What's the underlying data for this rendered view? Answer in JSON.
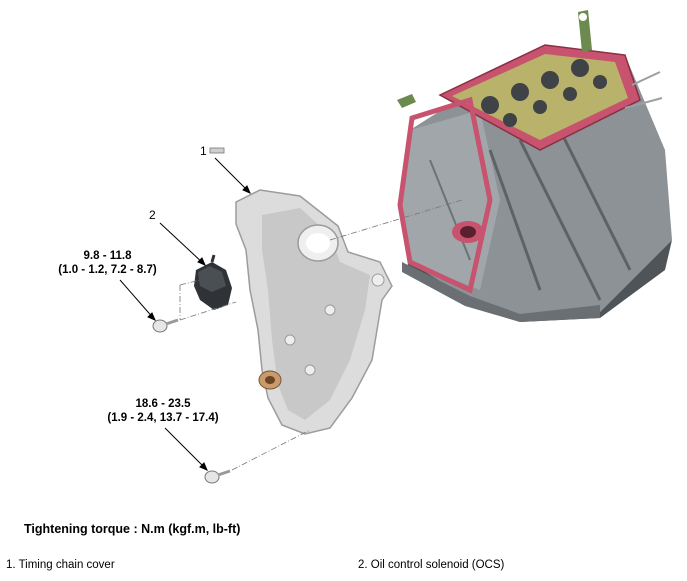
{
  "callouts": {
    "one": "1",
    "two": "2"
  },
  "torque_values": {
    "small_bolt": {
      "nm": "9.8 - 11.8",
      "alt": "(1.0 - 1.2, 7.2 - 8.7)"
    },
    "large_bolt": {
      "nm": "18.6 - 23.5",
      "alt": "(1.9 - 2.4, 13.7 - 17.4)"
    }
  },
  "note": "Tightening torque : N.m (kgf.m, lb-ft)",
  "legend": {
    "item1": "1. Timing chain cover",
    "item2": "2. Oil control solenoid (OCS)"
  },
  "colors": {
    "engine_body": "#8d9296",
    "engine_dark": "#4f5458",
    "gasket": "#c8536e",
    "cover": "#dcdcdc",
    "bracket": "#6d8a4e"
  }
}
